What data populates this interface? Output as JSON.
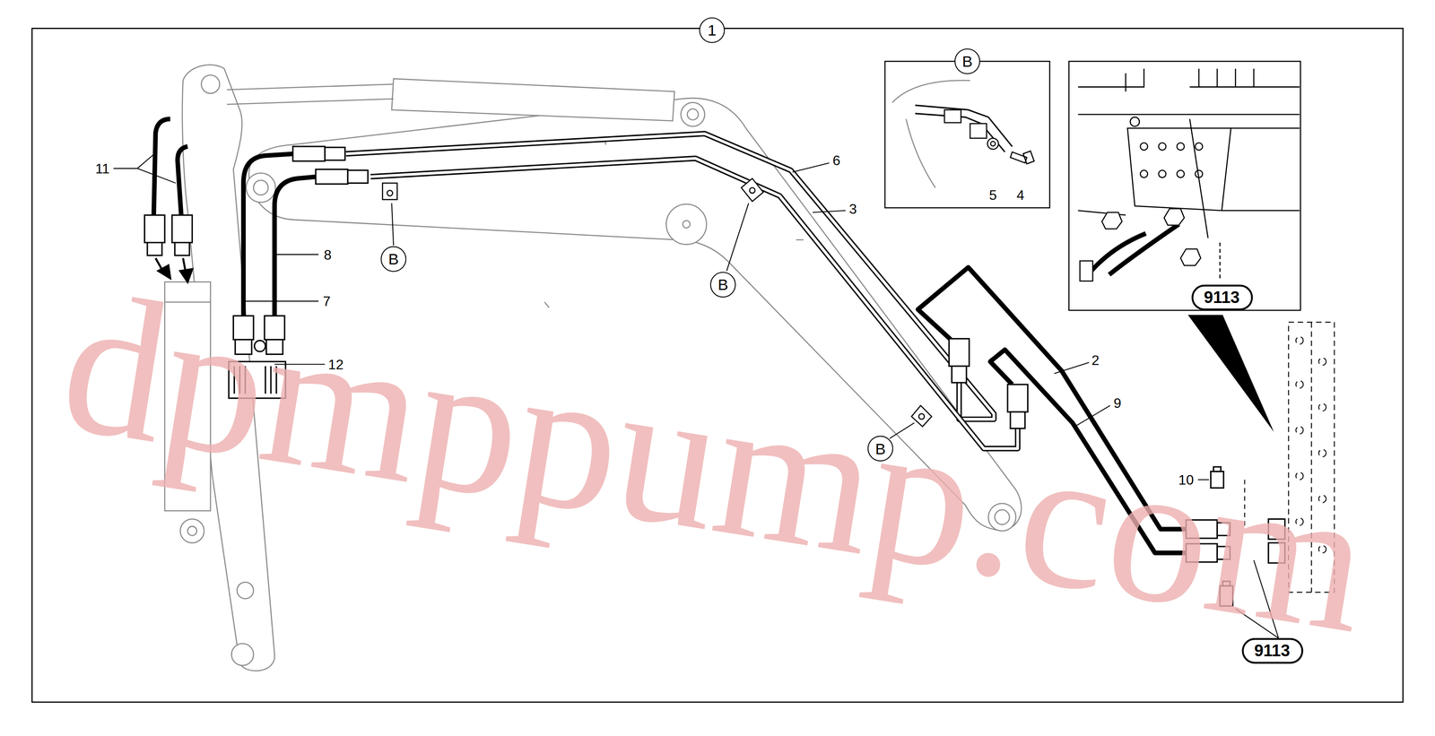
{
  "diagram": {
    "nodes": [
      {
        "text": [
          "1"
        ]
      },
      {
        "text": [
          "B"
        ]
      },
      {
        "text": [
          "B"
        ]
      },
      {
        "text": [
          "B"
        ]
      },
      {
        "text": [
          "9113"
        ]
      },
      {
        "text": [
          "B"
        ]
      },
      {
        "text": [
          "9113"
        ]
      }
    ],
    "labels": [
      "6",
      "11",
      "3",
      "5",
      "4",
      "8",
      "7",
      "12",
      "2",
      "9",
      "10",
      "dpmppump.com"
    ]
  }
}
